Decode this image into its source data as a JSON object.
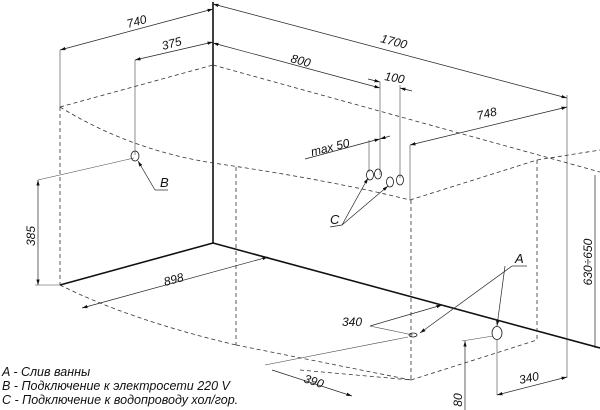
{
  "diagram": {
    "type": "bathtub-installation-drawing",
    "dimensions": {
      "total_length": "1700",
      "total_width": "740",
      "electrical_offset": "375",
      "water_offset": "800",
      "water_spacing": "100",
      "water_height_max": "max 50",
      "right_width": "748",
      "height_range": "630÷650",
      "electrical_height": "385",
      "front_length": "898",
      "drain_offset_a": "340",
      "drain_offset_b": "340",
      "drain_front": "390",
      "drain_height": "80"
    },
    "labels": {
      "a": "A",
      "b": "B",
      "c": "C"
    }
  },
  "legend": {
    "items": [
      {
        "key": "A",
        "text": "A - Слив ванны"
      },
      {
        "key": "B",
        "text": "B - Подключение к электросети 220 V"
      },
      {
        "key": "C",
        "text": "C - Подключение к водопроводу хол/гор."
      }
    ]
  }
}
